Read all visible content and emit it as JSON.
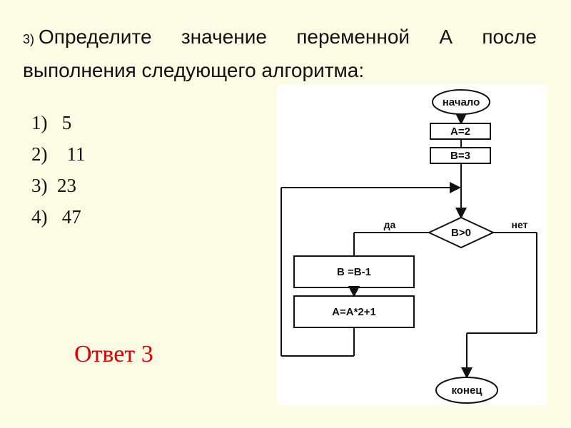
{
  "question": {
    "number": "3)",
    "line1": "Определите значение переменной А после",
    "line2": "выполнения следующего алгоритма:"
  },
  "options": [
    {
      "num": "1)",
      "value": "5"
    },
    {
      "num": "2)",
      "value": "11"
    },
    {
      "num": "3)",
      "value": "23"
    },
    {
      "num": "4)",
      "value": "47"
    }
  ],
  "answer": {
    "text": "Ответ 3",
    "color": "#e00000"
  },
  "flowchart": {
    "start": "начало",
    "step1": "A=2",
    "step2": "B=3",
    "condition": "B>0",
    "yes_label": "да",
    "no_label": "нет",
    "loop1": "B =B-1",
    "loop2": "A=A*2+1",
    "end": "конец"
  }
}
